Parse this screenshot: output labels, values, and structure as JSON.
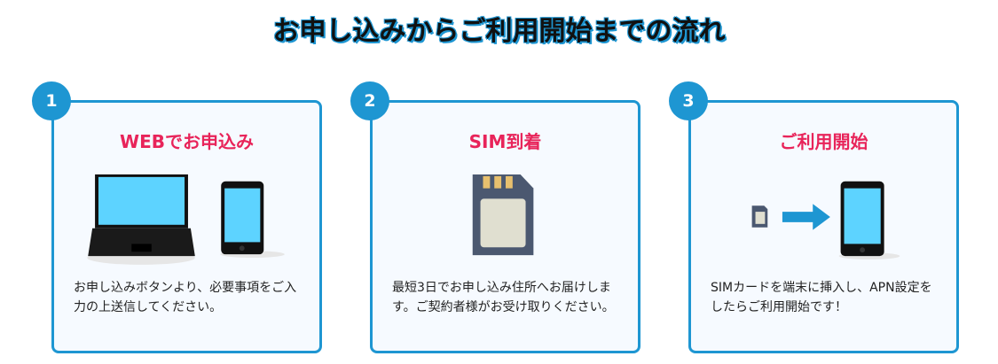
{
  "title": "お申し込みからご利用開始までの流れ",
  "steps": [
    {
      "number": "1",
      "title": "WEBでお申込み",
      "description": "お申し込みボタンより、必要事項をご入力の上送信してください。"
    },
    {
      "number": "2",
      "title": "SIM到着",
      "description": "最短3日でお申し込み住所へお届けします。ご契約者様がお受け取りください。"
    },
    {
      "number": "3",
      "title": "ご利用開始",
      "description": "SIMカードを端末に挿入し、APN設定をしたらご利用開始です！"
    }
  ],
  "colors": {
    "accent": "#1e96d2",
    "heading": "#e8245a",
    "screen": "#5dd3ff"
  }
}
